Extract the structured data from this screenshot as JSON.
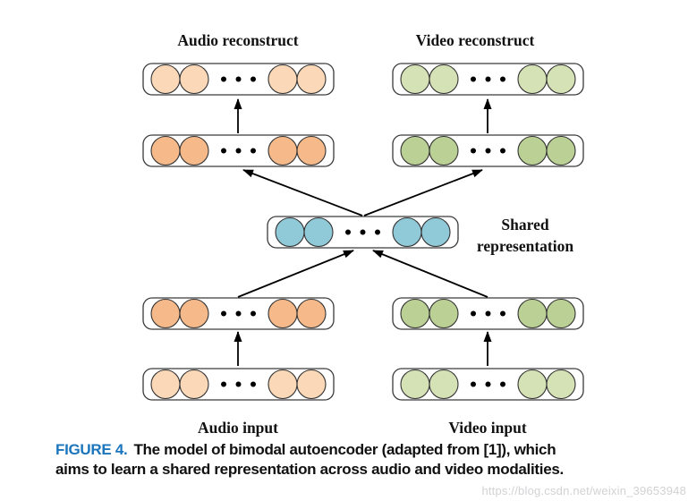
{
  "diagram": {
    "labels": {
      "audio_reconstruct": "Audio reconstruct",
      "video_reconstruct": "Video reconstruct",
      "shared_line1": "Shared",
      "shared_line2": "representation",
      "audio_input": "Audio input",
      "video_input": "Video input"
    },
    "colors": {
      "audio_light": "#FAD8B8",
      "audio_dark": "#F5B98A",
      "video_light": "#D5E2B6",
      "video_dark": "#BBD094",
      "shared_blue": "#90C9D8"
    }
  },
  "caption": {
    "figure_label": "FIGURE 4.",
    "figure_label_color": "#1B75BC",
    "line1": "The model of bimodal autoencoder (adapted from [1]), which",
    "line2": "aims to learn a shared representation across audio and video modalities."
  },
  "watermark": {
    "text": "https://blog.csdn.net/weixin_39653948"
  }
}
